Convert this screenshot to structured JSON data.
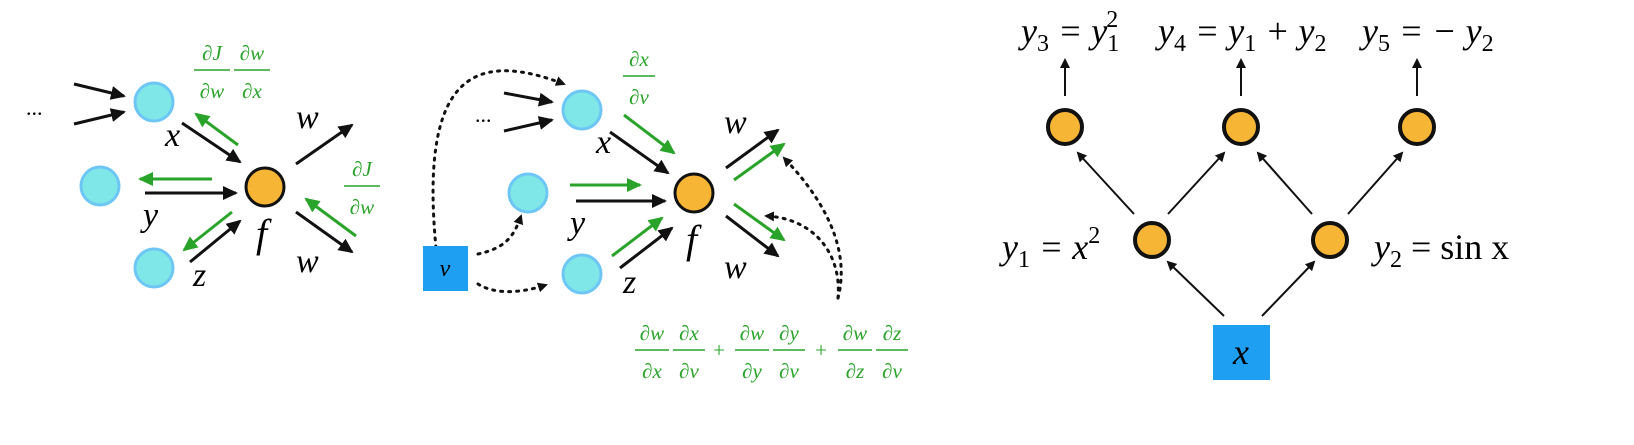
{
  "colors": {
    "input_node_fill": "#7fe7e7",
    "input_node_stroke": "#6ec6f5",
    "op_node_fill": "#f6b535",
    "op_node_stroke": "#111111",
    "source_fill": "#1e9ff2",
    "gradient_green": "#2aa32a",
    "edge_black": "#111111"
  },
  "panel_a": {
    "ellipsis": "...",
    "label_x": "x",
    "label_y": "y",
    "label_z": "z",
    "label_f": "f",
    "label_w_top": "w",
    "label_w_bottom": "w",
    "grad_top_num1": "∂J",
    "grad_top_den1": "∂w",
    "grad_top_num2": "∂w",
    "grad_top_den2": "∂x",
    "grad_right_num": "∂J",
    "grad_right_den": "∂w"
  },
  "panel_b": {
    "ellipsis": "...",
    "source_label": "v",
    "label_x": "x",
    "label_y": "y",
    "label_z": "z",
    "label_f": "f",
    "label_w_top": "w",
    "label_w_bottom": "w",
    "tangent_num": "∂x",
    "tangent_den": "∂v",
    "sum_terms": [
      {
        "n1": "∂w",
        "d1": "∂x",
        "n2": "∂x",
        "d2": "∂v"
      },
      {
        "n1": "∂w",
        "d1": "∂y",
        "n2": "∂y",
        "d2": "∂v"
      },
      {
        "n1": "∂w",
        "d1": "∂z",
        "n2": "∂z",
        "d2": "∂v"
      }
    ],
    "plus": "+"
  },
  "panel_c": {
    "source_label": "x",
    "eq_y1": {
      "lhs": "y",
      "sub": "1",
      "rest": " = x",
      "sup": "2"
    },
    "eq_y2": {
      "lhs": "y",
      "sub": "2",
      "rest": " = sin x"
    },
    "eq_y3": {
      "lhs": "y",
      "sub": "3",
      "mid": " = y",
      "sub2": "1",
      "sup": "2"
    },
    "eq_y4": {
      "lhs": "y",
      "sub": "4",
      "mid": " = y",
      "sub2": "1",
      "mid2": " + y",
      "sub3": "2"
    },
    "eq_y5": {
      "lhs": "y",
      "sub": "5",
      "mid": " = − y",
      "sub2": "2"
    }
  }
}
